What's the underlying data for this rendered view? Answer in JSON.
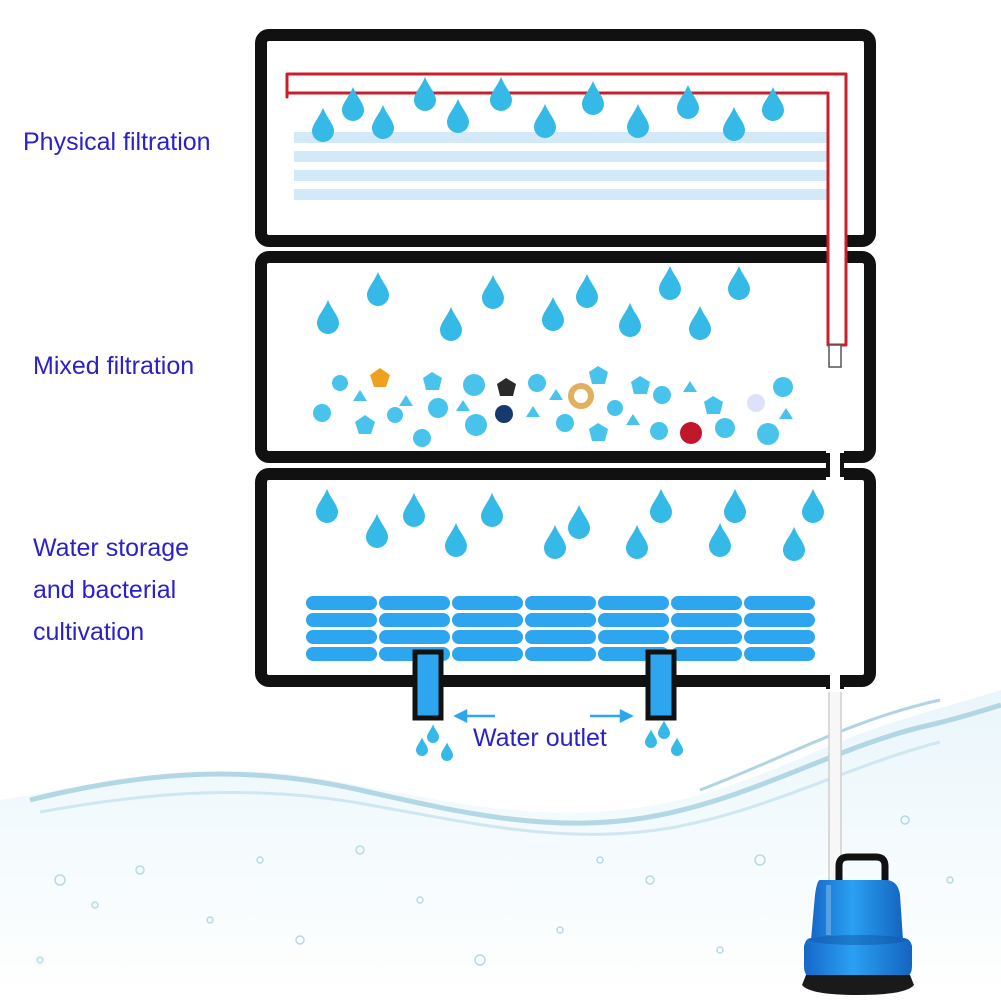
{
  "labels": {
    "physical": "Physical filtration",
    "mixed": "Mixed filtration",
    "storage_line1": "Water storage",
    "storage_line2": "and bacterial",
    "storage_line3": "cultivation",
    "outlet": "Water outlet"
  },
  "colors": {
    "label_text": "#2a22c8",
    "frame": "#111111",
    "drop": "#35b9e6",
    "pipe": "#c8202a",
    "bio_media": "#2ea6ef",
    "pump_body": "#1e8ee8",
    "pump_base": "#1a1a1a"
  },
  "icons": {
    "drop": "water-drop-icon",
    "pump": "submersible-pump-icon",
    "arrow": "arrow-icon"
  }
}
